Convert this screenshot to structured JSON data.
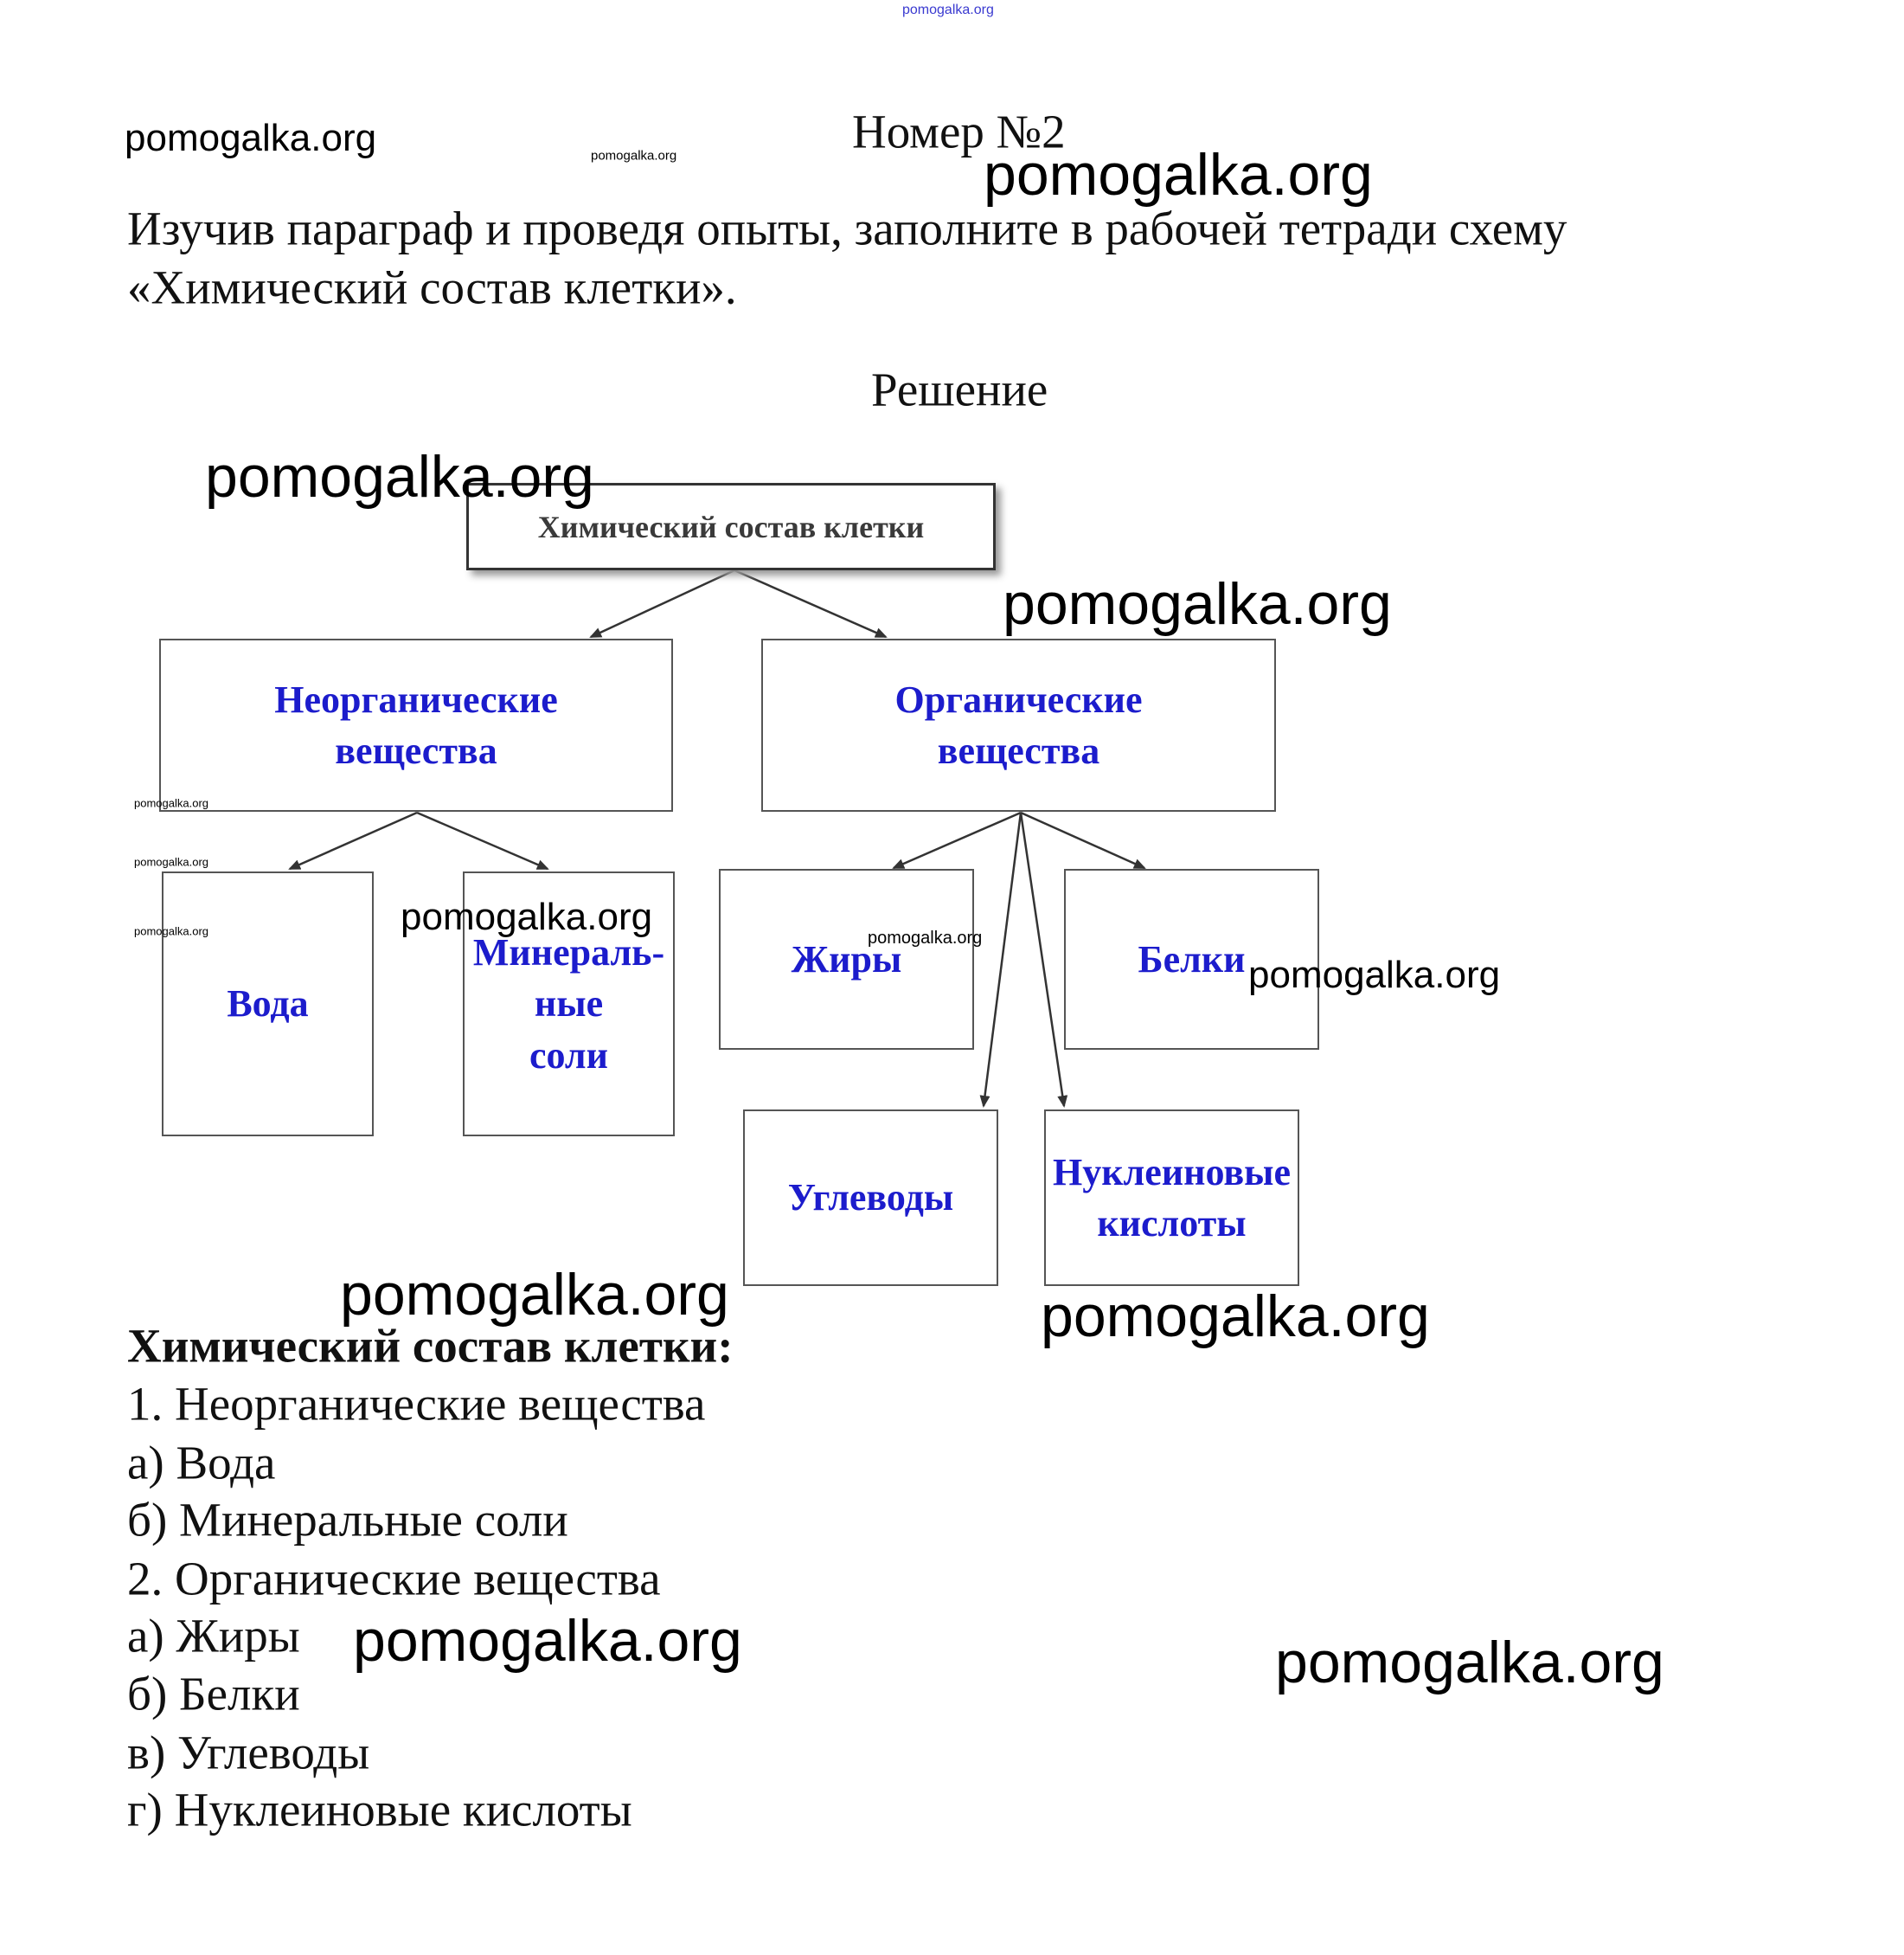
{
  "watermarks": {
    "top_tiny": "pomogalka.org",
    "w1": "pomogalka.org",
    "w2": "pomogalka.org",
    "w3": "pomogalka.org",
    "w4": "pomogalka.org",
    "w5": "pomogalka.org",
    "w6": "pomogalka.org",
    "w7": "pomogalka.org",
    "w8": "pomogalka.org",
    "w9": "pomogalka.org",
    "w10": "pomogalka.org",
    "w11": "pomogalka.org",
    "w12": "pomogalka.org",
    "w13": "pomogalka.org",
    "w14": "pomogalka.org",
    "w15": "pomogalka.org",
    "w16": "pomogalka.org"
  },
  "header": {
    "number": "Номер №2",
    "task_line1": "Изучив параграф и проведя опыты, заполните в рабочей тетради схему",
    "task_line2": "«Химический состав клетки».",
    "solution": "Решение"
  },
  "diagram": {
    "root": "Химический состав клетки",
    "inorganic": [
      "Неорганические",
      "вещества"
    ],
    "organic": [
      "Органические",
      "вещества"
    ],
    "water": "Вода",
    "salts": [
      "Минераль-",
      "ные",
      "соли"
    ],
    "fats": "Жиры",
    "proteins": "Белки",
    "carbs": "Углеводы",
    "nucleic": [
      "Нуклеиновые",
      "кислоты"
    ]
  },
  "answer": {
    "heading": "Химический состав клетки:",
    "lines": [
      "1. Неорганические вещества",
      "а) Вода",
      "б) Минеральные соли",
      "2. Органические вещества",
      "а) Жиры",
      "б) Белки",
      "в) Углеводы",
      "г) Нуклеиновые кислоты"
    ]
  }
}
